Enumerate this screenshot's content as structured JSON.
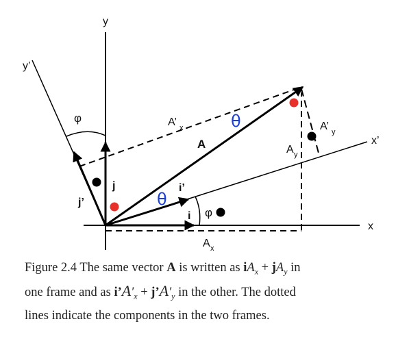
{
  "figure": {
    "labels": {
      "y_axis": "y",
      "x_axis": "x",
      "y_prime_axis": "y’",
      "x_prime_axis": "x’",
      "phi_top": "φ",
      "phi_bottom": "φ",
      "j_vec": "j",
      "j_prime_vec": "j’",
      "i_vec": "i",
      "i_prime_vec": "i’",
      "A_vec": "A",
      "theta_upper": "θ",
      "theta_lower": "θ",
      "A_prime_x": "A’",
      "A_prime_x_sub": "x",
      "A_prime_y": "A’",
      "A_prime_y_sub": "y",
      "A_y": "A",
      "A_y_sub": "y",
      "A_x": "A",
      "A_x_sub": "x"
    },
    "colors": {
      "line": "#000000",
      "theta": "#1a3fd8",
      "red_dot": "#e8302a",
      "black_dot": "#000000"
    }
  },
  "caption": {
    "part1": "Figure 2.4 The same vector ",
    "A_bold": "A",
    "part2": " is written as ",
    "i_bold": "i",
    "Ax_A": "A",
    "Ax_sub": "x",
    "plus1": " + ",
    "j_bold": "j",
    "Ay_A": "A",
    "Ay_sub": "y",
    "part3": " in",
    "line2a": "one frame and as ",
    "ip_bold": "i’",
    "Apx_A": "A",
    "Apx_prime": "′",
    "Apx_sub": "x",
    "plus2": " + ",
    "jp_bold": "j’",
    "Apy_A": "A",
    "Apy_prime": "′",
    "Apy_sub": "y",
    "line2b": " in the other. The dotted",
    "line3": "lines indicate the components in the two frames."
  }
}
